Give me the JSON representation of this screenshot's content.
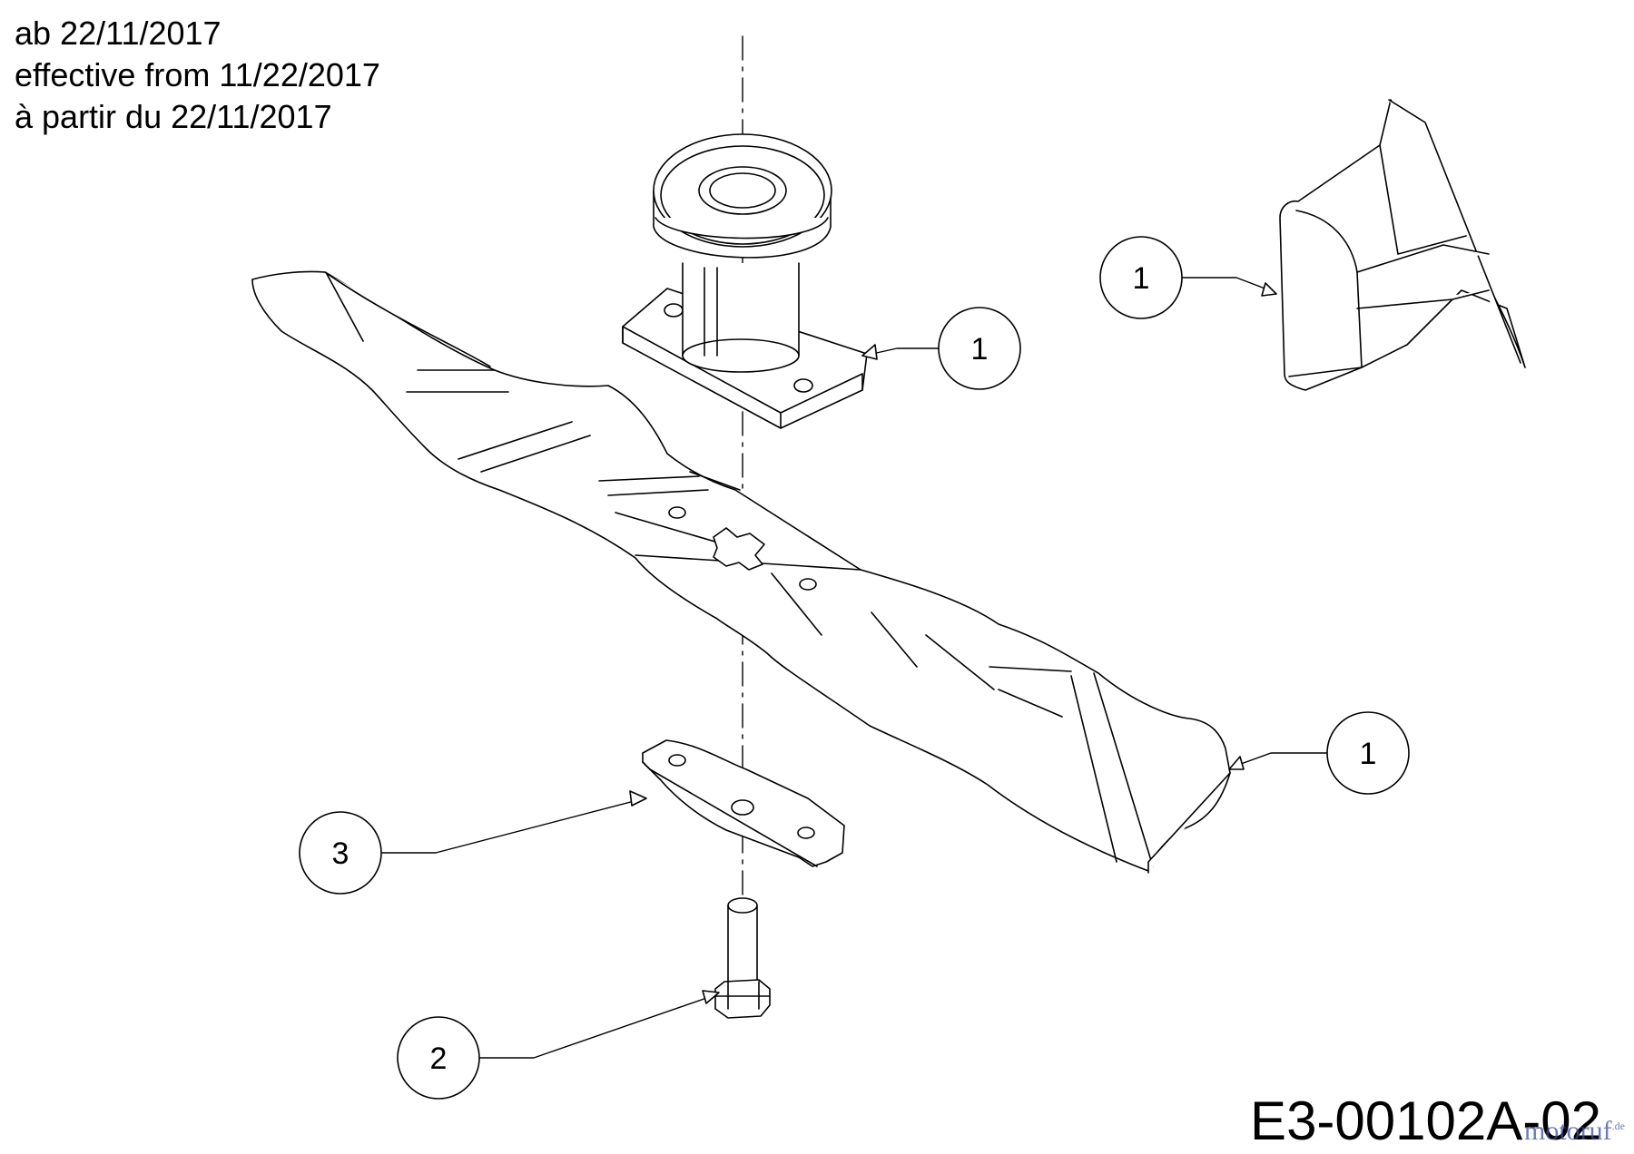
{
  "header": {
    "line_de": "ab 22/11/2017",
    "line_en": "effective from 11/22/2017",
    "line_fr": "à partir du 22/11/2017"
  },
  "drawing_code": "E3-00102A-02",
  "watermark": {
    "text": "motoruf",
    "suffix": ".de"
  },
  "callouts": [
    {
      "label": "1",
      "part": "spindle-assembly"
    },
    {
      "label": "1",
      "part": "mulching-plug"
    },
    {
      "label": "1",
      "part": "mower-blade"
    },
    {
      "label": "3",
      "part": "blade-adapter"
    },
    {
      "label": "2",
      "part": "blade-bolt"
    }
  ],
  "colors": {
    "line": "#000000",
    "background": "#ffffff",
    "watermark": "#3d4f9a"
  }
}
